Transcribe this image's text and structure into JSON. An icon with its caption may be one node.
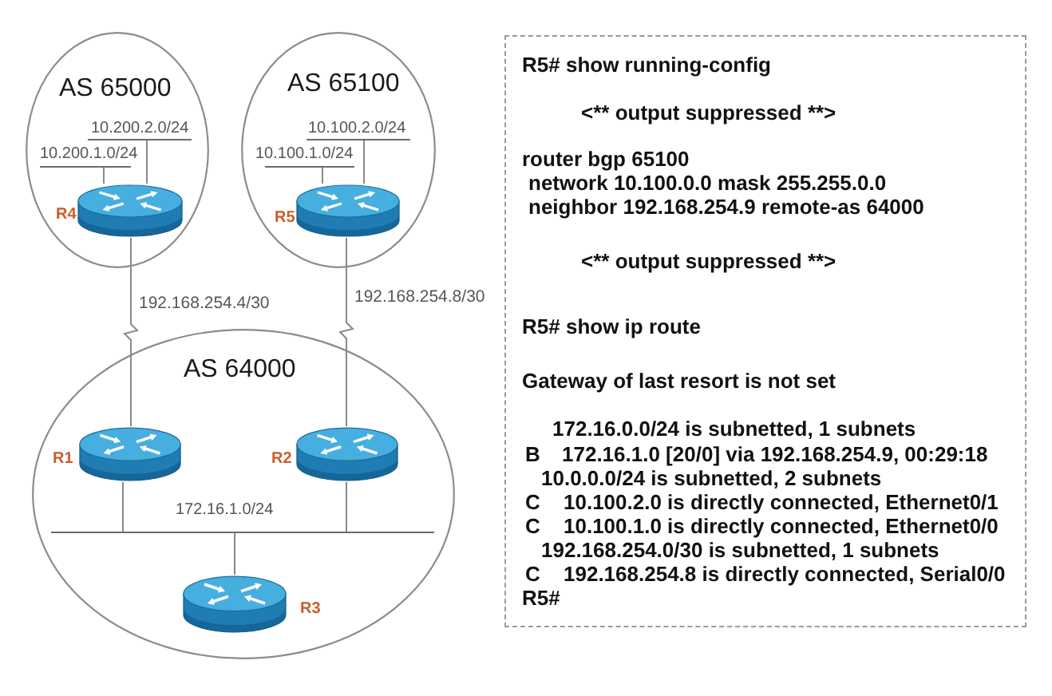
{
  "diagram": {
    "nodes": [
      {
        "text": [
          "AS 65000"
        ]
      },
      {
        "text": [],
        "shape": "bar",
        "beside": [
          "10.200.2.0/24"
        ],
        "in": 0
      },
      {
        "text": [],
        "shape": "bar",
        "beside": [
          "10.200.1.0/24"
        ],
        "in": 0
      },
      {
        "text": [],
        "shape": "cylinder",
        "beside": [
          "R4"
        ],
        "in": 0
      },
      {
        "text": [
          "AS 65100"
        ]
      },
      {
        "text": [],
        "shape": "bar",
        "beside": [
          "10.100.2.0/24"
        ],
        "in": 4
      },
      {
        "text": [],
        "shape": "bar",
        "beside": [
          "10.100.1.0/24"
        ],
        "in": 4
      },
      {
        "text": [],
        "shape": "cylinder",
        "beside": [
          "R5"
        ],
        "in": 4
      },
      {
        "text": [
          "AS 64000"
        ]
      },
      {
        "text": [],
        "shape": "cylinder",
        "beside": [
          "R1"
        ],
        "in": 8
      },
      {
        "text": [],
        "shape": "cylinder",
        "beside": [
          "R2"
        ],
        "in": 8
      },
      {
        "text": [],
        "shape": "bar",
        "beside": [
          "172.16.1.0/24"
        ],
        "in": 8
      },
      {
        "text": [],
        "shape": "cylinder",
        "beside": [
          "R3"
        ],
        "in": 8
      },
      {
        "text": [
          "R5# show running-config",
          "<** output suppressed **>",
          "router bgp 65100",
          "network 10.100.0.0 mask 255.255.0.0",
          "neighbor 192.168.254.9 remote-as 64000",
          "<** output suppressed **>",
          "R5# show ip route",
          "Gateway of last resort is not set",
          "172.16.0.0/24 is subnetted, 1 subnets",
          "B",
          "172.16.1.0 [20/0] via 192.168.254.9, 00:29:18",
          "10.0.0.0/24 is subnetted, 2 subnets",
          "C",
          "10.100.2.0 is directly connected, Ethernet0/1",
          "C",
          "10.100.1.0 is directly connected, Ethernet0/0",
          "192.168.254.0/30 is subnetted, 1 subnets",
          "C",
          "192.168.254.8 is directly connected, Serial0/0",
          "R5#"
        ]
      }
    ],
    "edges": [
      {
        "from": 3,
        "to": 2,
        "arrow": "none"
      },
      {
        "from": 3,
        "to": 1,
        "arrow": "none"
      },
      {
        "from": 7,
        "to": 6,
        "arrow": "none"
      },
      {
        "from": 7,
        "to": 5,
        "arrow": "none"
      },
      {
        "from": 3,
        "to": 9,
        "arrow": "none",
        "label": "192.168.254.4/30"
      },
      {
        "from": 7,
        "to": 10,
        "arrow": "none",
        "label": "192.168.254.8/30"
      },
      {
        "from": 9,
        "to": 11,
        "arrow": "none"
      },
      {
        "from": 10,
        "to": 11,
        "arrow": "none"
      },
      {
        "from": 11,
        "to": 12,
        "arrow": "none"
      }
    ]
  }
}
